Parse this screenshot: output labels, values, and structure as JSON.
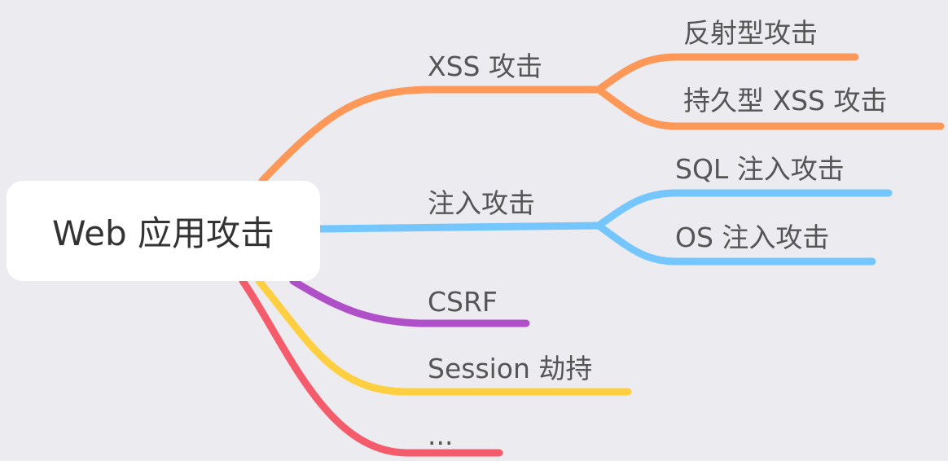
{
  "root": {
    "label": "Web 应用攻击"
  },
  "colors": {
    "xss": "#fd9859",
    "injection": "#74c6fc",
    "csrf": "#b050c8",
    "session": "#fecf40",
    "more": "#f55c6b"
  },
  "branches": {
    "xss": {
      "label": "XSS 攻击",
      "children": [
        "反射型攻击",
        "持久型 XSS 攻击"
      ]
    },
    "injection": {
      "label": "注入攻击",
      "children": [
        "SQL 注入攻击",
        "OS 注入攻击"
      ]
    },
    "csrf": {
      "label": "CSRF"
    },
    "session": {
      "label": "Session 劫持"
    },
    "more": {
      "label": "..."
    }
  }
}
